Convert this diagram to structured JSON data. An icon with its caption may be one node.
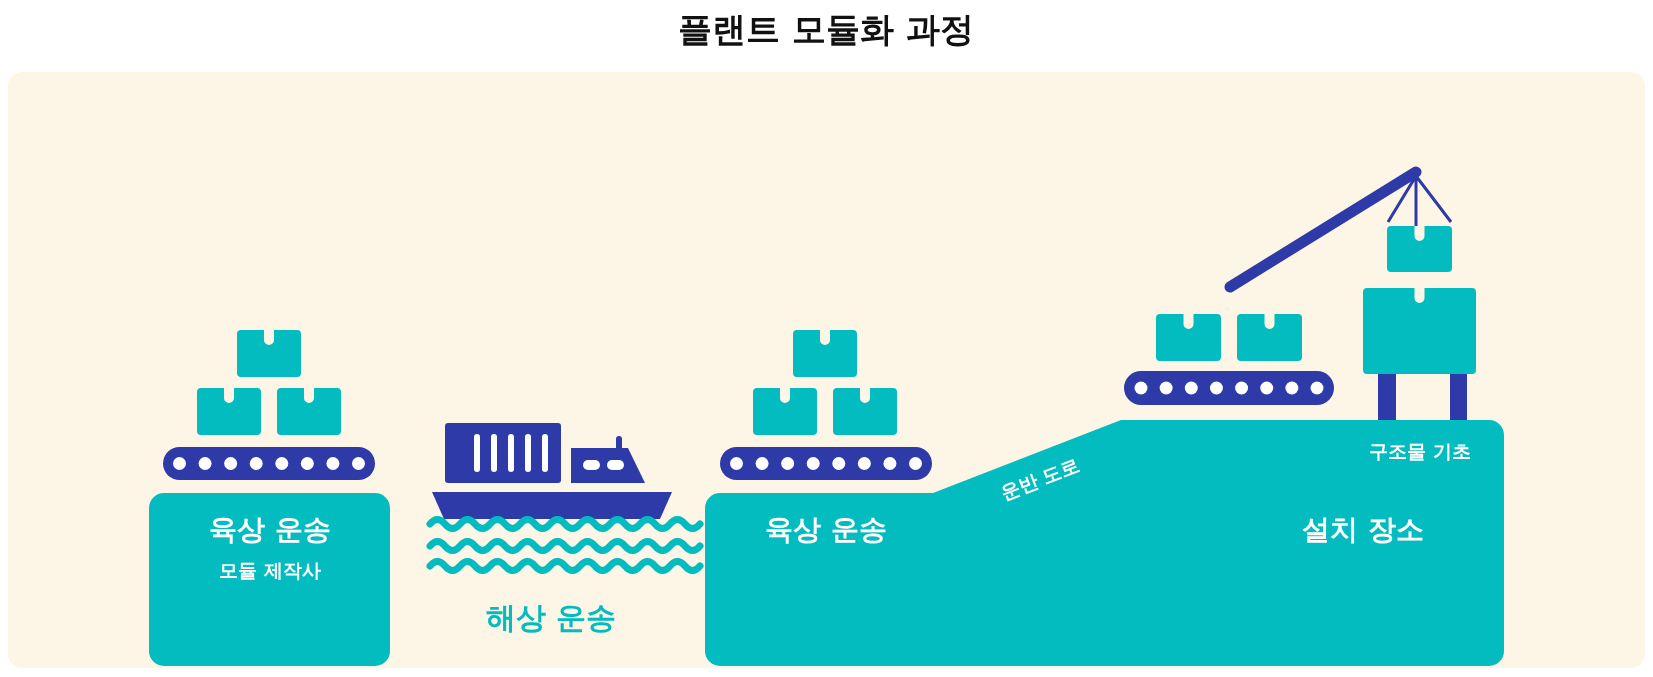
{
  "diagram": {
    "title": "플랜트 모듈화 과정",
    "nodes": [
      {
        "text": [
          "육상 운송",
          "모듈 제작사"
        ]
      },
      {
        "text": [
          "육상 운송"
        ]
      },
      {
        "text": [
          "구조물 기초",
          "설치 장소"
        ]
      }
    ],
    "labels": [
      "해상 운송",
      "운반 도로"
    ]
  }
}
